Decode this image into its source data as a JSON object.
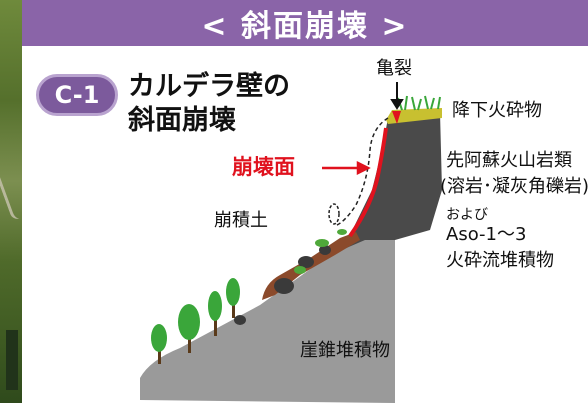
{
  "banner": {
    "title": "< 斜面崩壊 >"
  },
  "badge": {
    "label": "C-1"
  },
  "heading": {
    "line1": "カルデラ壁の",
    "line2": "斜面崩壊"
  },
  "labels": {
    "crack": "亀裂",
    "tephra": "降下火砕物",
    "failure_surface": "崩壊面",
    "bedrock_line1": "先阿蘇火山岩類",
    "bedrock_line2": "(溶岩･凝灰角礫岩)",
    "bedrock_line3": "および",
    "bedrock_line4": "Aso-1～3",
    "bedrock_line5": "火砕流堆積物",
    "colluvium": "崩積土",
    "talus": "崖錐堆積物"
  },
  "colors": {
    "banner": "#8a64a8",
    "badge": "#7c5a9c",
    "failure_line": "#e0121e",
    "rock": "#4a4a4a",
    "slope": "#9a9a9a",
    "colluvium": "#8b4a2b",
    "tephra": "#c8c030",
    "tree": "#3aa63a"
  }
}
